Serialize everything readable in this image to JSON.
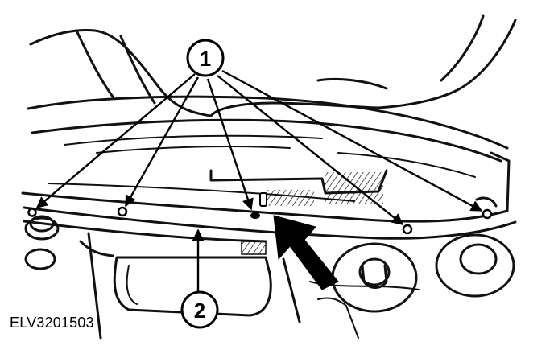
{
  "figure": {
    "reference_code": "ELV3201503"
  },
  "callouts": [
    {
      "number": "1"
    },
    {
      "number": "2"
    }
  ],
  "colors": {
    "ink": "#111111",
    "background": "#ffffff"
  }
}
